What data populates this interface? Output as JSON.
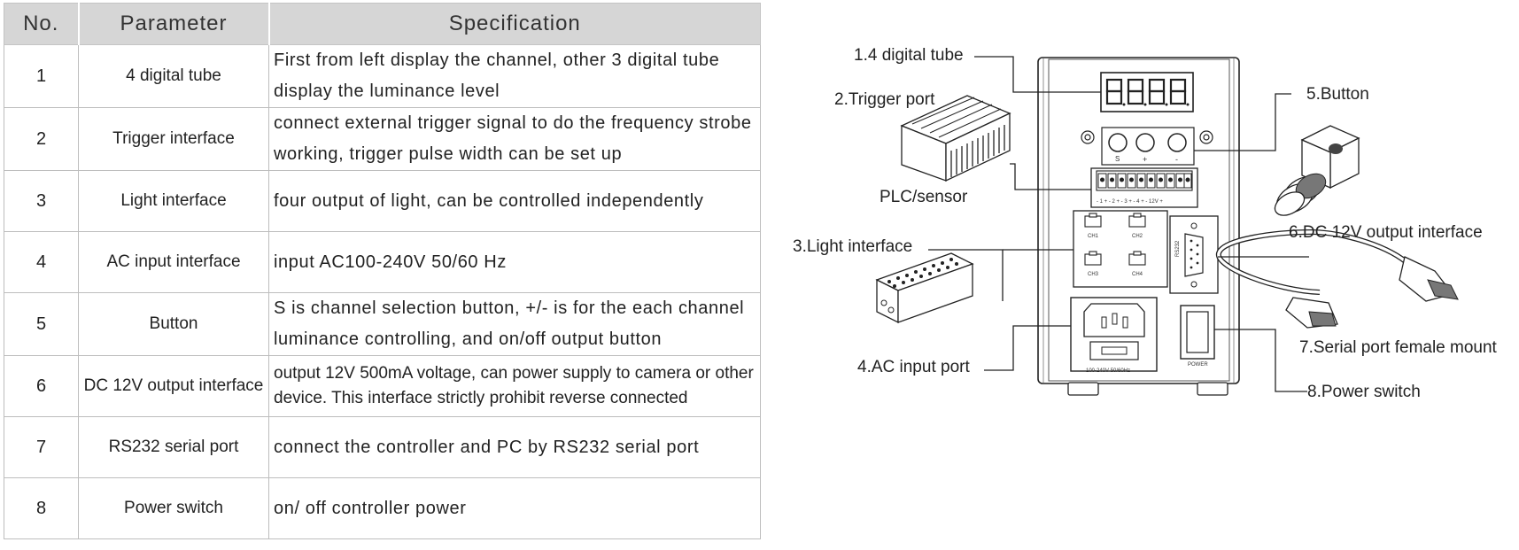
{
  "table": {
    "headers": [
      "No.",
      "Parameter",
      "Specification"
    ],
    "rows": [
      {
        "no": "1",
        "parameter": "4 digital tube",
        "spec": "First from left display the channel, other 3 digital tube display the luminance level"
      },
      {
        "no": "2",
        "parameter": "Trigger interface",
        "spec": "connect external trigger signal to do the frequency strobe working, trigger pulse width can be set up"
      },
      {
        "no": "3",
        "parameter": "Light interface",
        "spec": "four output of light, can be controlled independently"
      },
      {
        "no": "4",
        "parameter": "AC input interface",
        "spec": "input AC100-240V 50/60 Hz"
      },
      {
        "no": "5",
        "parameter": "Button",
        "spec": "S is channel selection button, +/- is for the each channel luminance controlling, and on/off output button"
      },
      {
        "no": "6",
        "parameter": "DC 12V output interface",
        "spec": "output 12V 500mA voltage, can power supply to camera or other device. This interface strictly prohibit reverse connected"
      },
      {
        "no": "7",
        "parameter": "RS232 serial port",
        "spec": "connect the controller and PC by RS232 serial port"
      },
      {
        "no": "8",
        "parameter": "Power switch",
        "spec": "on/ off controller power"
      }
    ]
  },
  "diagram": {
    "labels": {
      "digital_tube": "1.4 digital tube",
      "trigger_port": "2.Trigger port",
      "plc_sensor": "PLC/sensor",
      "light_interface": "3.Light interface",
      "ac_input_port": "4.AC input port",
      "button": "5.Button",
      "dc_output": "6.DC 12V output interface",
      "serial_port": "7.Serial port female mount",
      "power_switch": "8.Power switch"
    },
    "panel_marks": {
      "btn_s": "S",
      "btn_plus": "+",
      "btn_minus": "-",
      "terminal_strip": "- 1 +  - 2 +  - 3 +  - 4 +  - 12V +",
      "ch1": "CH1",
      "ch2": "CH2",
      "ch3": "CH3",
      "ch4": "CH4",
      "rs232": "RS232",
      "ac_rating": "100-240V 50/60Hz",
      "power": "POWER"
    }
  }
}
